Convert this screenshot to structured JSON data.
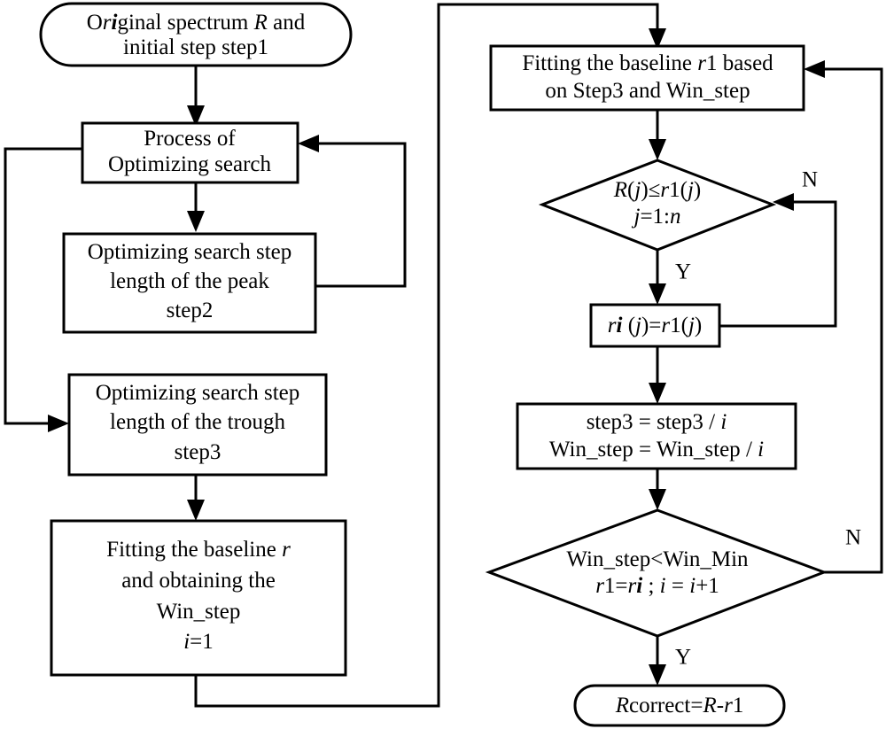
{
  "diagram": {
    "title": "Baseline correction optimizing search flowchart",
    "background_color": "#ffffff",
    "line_color": "#000000",
    "text_color": "#000000"
  },
  "nodes": {
    "start_terminal": {
      "shape": "rounded-terminal",
      "line1": "Original spectrum R and",
      "line2": "initial step step1"
    },
    "process_optimizing_search": {
      "shape": "rectangle",
      "line1": "Process of",
      "line2": "Optimizing search"
    },
    "peak_step": {
      "shape": "rectangle",
      "line1": "Optimizing search step",
      "line2": "length of the peak",
      "line3": "step2"
    },
    "trough_step": {
      "shape": "rectangle",
      "line1": "Optimizing search step",
      "line2": "length of the trough",
      "line3": "step3"
    },
    "fitting_baseline_r": {
      "shape": "rectangle",
      "line1": "Fitting the baseline r",
      "line2": "and obtaining the",
      "line3": "Win_step",
      "line4": "i=1"
    },
    "fitting_baseline_r1": {
      "shape": "rectangle",
      "line1": "Fitting the baseline r1 based",
      "line2": "on  Step3 and Win_step"
    },
    "decision_compare": {
      "shape": "diamond",
      "line1": "R(j)≤r1(j)",
      "line2": "j=1:n"
    },
    "assign_ri": {
      "shape": "rectangle",
      "line1": "ri (j)=r1(j)"
    },
    "update_steps": {
      "shape": "rectangle",
      "line1": "step3 = step3 / i",
      "line2": "Win_step = Win_step / i"
    },
    "decision_winstep": {
      "shape": "diamond",
      "line1": "Win_step<Win_Min",
      "line2": "r1=ri ; i = i+1"
    },
    "end_terminal": {
      "shape": "rounded-terminal",
      "line1": "Rcorrect=R-r1"
    }
  },
  "edge_labels": {
    "compare_no": "N",
    "compare_yes": "Y",
    "winstep_no": "N",
    "winstep_yes": "Y"
  }
}
